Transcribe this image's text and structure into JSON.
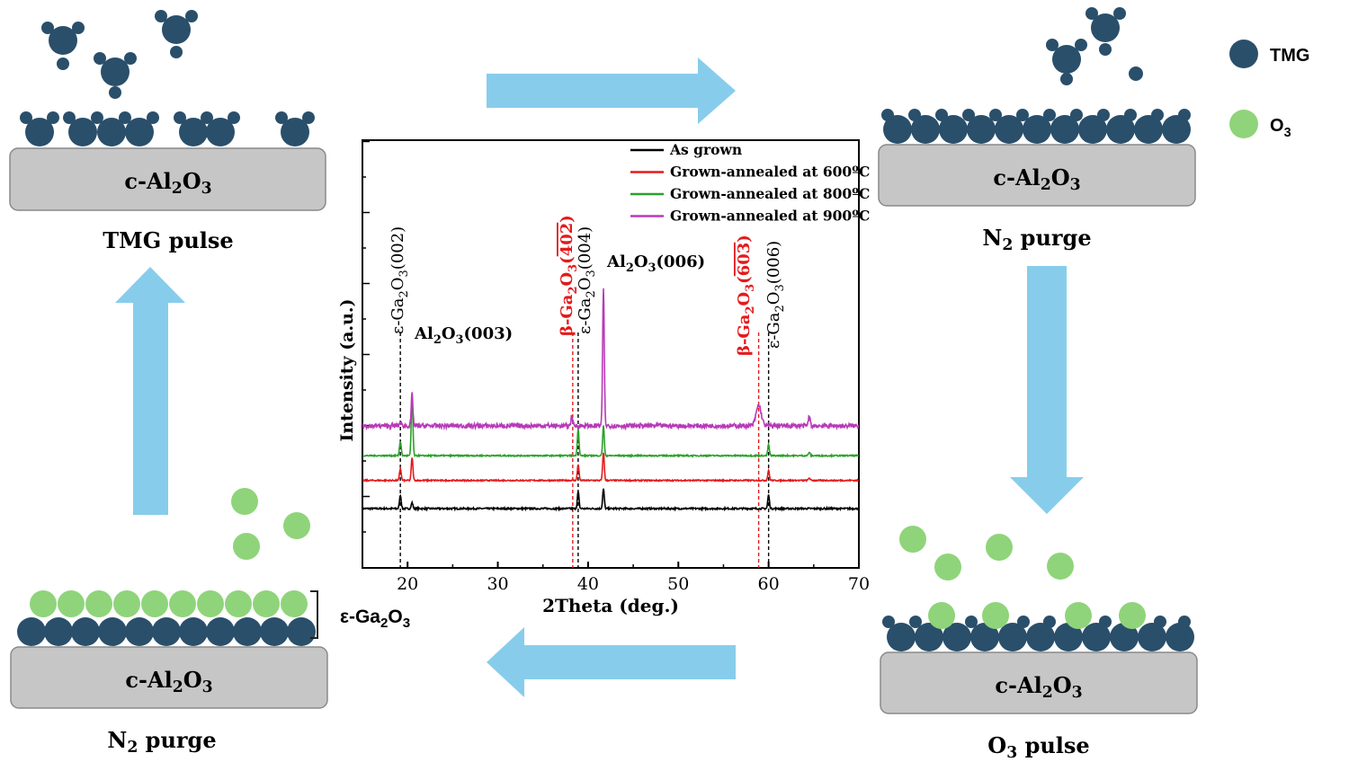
{
  "colors": {
    "tmg": "#2a4f6b",
    "o3": "#8fd47a",
    "substrate": "#c6c6c6",
    "arrow": "#87cdeb",
    "as_grown": "#000000",
    "annealed_600": "#e41a1c",
    "annealed_800": "#2ca02c",
    "annealed_900": "#b83ab8",
    "beta_label": "#e41a1c"
  },
  "legend": {
    "tmg_label": "TMG",
    "o3_label": "O",
    "o3_sub": "3"
  },
  "panels": {
    "tmg_pulse": {
      "substrate_label": "c-Al2O3",
      "caption": "TMG pulse"
    },
    "n2_purge_top": {
      "substrate_label": "c-Al2O3",
      "caption": "N2 purge"
    },
    "o3_pulse": {
      "substrate_label": "c-Al2O3",
      "caption": "O3 pulse"
    },
    "n2_purge_bottom": {
      "substrate_label": "c-Al2O3",
      "caption": "N2 purge",
      "film_label": "ε-Ga2O3"
    }
  },
  "chart_data": {
    "type": "line",
    "xlabel": "2Theta (deg.)",
    "ylabel": "Intensity (a.u.)",
    "xlim": [
      15,
      70
    ],
    "xticks": [
      20,
      30,
      40,
      50,
      60,
      70
    ],
    "series": [
      {
        "name": "As grown",
        "color": "#000000",
        "baseline": 0.0,
        "peaks": [
          [
            19.2,
            0.16
          ],
          [
            20.5,
            0.07
          ],
          [
            38.9,
            0.2
          ],
          [
            41.7,
            0.23
          ],
          [
            60.0,
            0.16
          ]
        ]
      },
      {
        "name": "Grown-annealed at 600ºC",
        "color": "#e41a1c",
        "baseline": 0.33,
        "peaks": [
          [
            19.2,
            0.14
          ],
          [
            20.5,
            0.27
          ],
          [
            38.9,
            0.19
          ],
          [
            41.7,
            0.33
          ],
          [
            60.0,
            0.12
          ],
          [
            64.5,
            0.03
          ]
        ]
      },
      {
        "name": "Grown-annealed at 800ºC",
        "color": "#2ca02c",
        "baseline": 0.62,
        "peaks": [
          [
            19.2,
            0.17
          ],
          [
            20.5,
            0.72
          ],
          [
            38.9,
            0.32
          ],
          [
            41.7,
            0.35
          ],
          [
            60.0,
            0.13
          ],
          [
            64.5,
            0.04
          ]
        ]
      },
      {
        "name": "Grown-annealed at 900ºC",
        "color": "#b83ab8",
        "baseline": 0.97,
        "peaks": [
          [
            19.2,
            0.04
          ],
          [
            20.5,
            0.37
          ],
          [
            38.2,
            0.12
          ],
          [
            41.7,
            1.62
          ],
          [
            58.9,
            0.24
          ],
          [
            64.5,
            0.12
          ]
        ]
      }
    ],
    "reference_lines": [
      {
        "x": 19.2,
        "color": "#000000"
      },
      {
        "x": 38.3,
        "color": "#e41a1c"
      },
      {
        "x": 38.9,
        "color": "#000000"
      },
      {
        "x": 58.9,
        "color": "#e41a1c"
      },
      {
        "x": 60.0,
        "color": "#000000"
      }
    ],
    "annotations": {
      "eps_002": "ε-Ga2O3(002)",
      "al_003": "Al2O3(003)",
      "beta_402": "β-Ga2O3(-402)",
      "eps_004": "ε-Ga2O3(004)",
      "al_006": "Al2O3(006)",
      "beta_603": "β-Ga2O3(-603)",
      "eps_006": "ε-Ga2O3(006)"
    }
  }
}
